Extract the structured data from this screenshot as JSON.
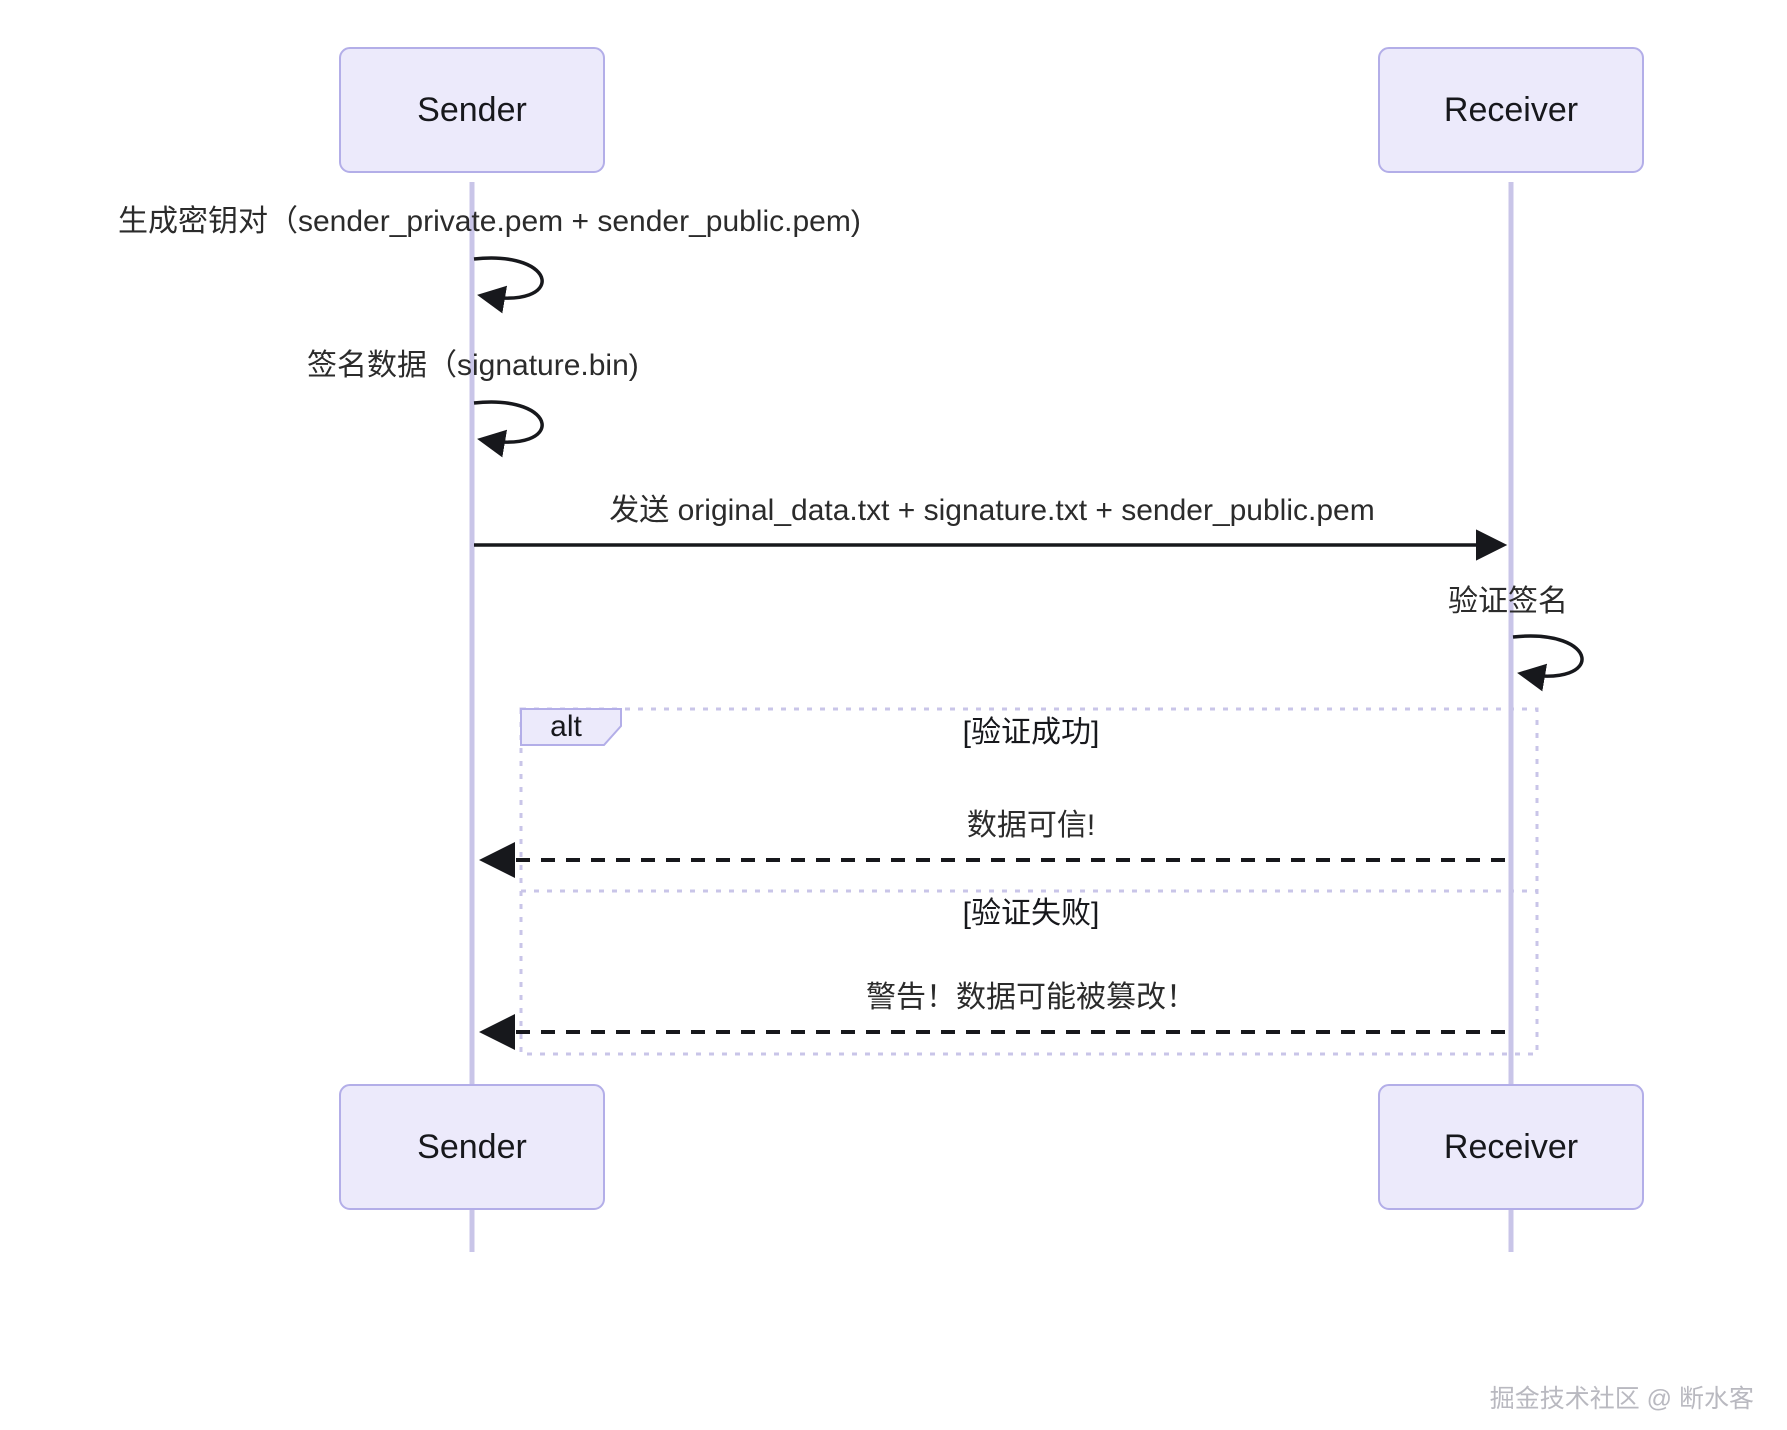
{
  "diagram": {
    "type": "sequence-diagram",
    "title": "",
    "background_color": "#ffffff",
    "accent_color": "#ECEAFB",
    "border_color": "#B3AEE8",
    "lifeline_color": "#C9C5E8",
    "arrow_color": "#17181c"
  },
  "actors": [
    {
      "id": "sender",
      "label": "Sender"
    },
    {
      "id": "receiver",
      "label": "Receiver"
    }
  ],
  "actors_bottom": [
    {
      "id": "sender",
      "label": "Sender"
    },
    {
      "id": "receiver",
      "label": "Receiver"
    }
  ],
  "messages": [
    {
      "id": "m1",
      "kind": "self",
      "from": "sender",
      "to": "sender",
      "label": "生成密钥对（sender_private.pem + sender_public.pem)",
      "line": "solid"
    },
    {
      "id": "m2",
      "kind": "self",
      "from": "sender",
      "to": "sender",
      "label": "签名数据（signature.bin)",
      "line": "solid"
    },
    {
      "id": "m3",
      "kind": "forward",
      "from": "sender",
      "to": "receiver",
      "label": "发送 original_data.txt + signature.txt + sender_public.pem",
      "line": "solid"
    },
    {
      "id": "m4",
      "kind": "self",
      "from": "receiver",
      "to": "receiver",
      "label": "验证签名",
      "line": "solid"
    }
  ],
  "alt_block": {
    "tag": "alt",
    "branches": [
      {
        "id": "branch-success",
        "condition": "[验证成功]",
        "messages": [
          {
            "id": "m5",
            "kind": "reply",
            "from": "receiver",
            "to": "sender",
            "label": "数据可信!",
            "line": "dashed"
          }
        ]
      },
      {
        "id": "branch-failure",
        "condition": "[验证失败]",
        "messages": [
          {
            "id": "m6",
            "kind": "reply",
            "from": "receiver",
            "to": "sender",
            "label": "警告！数据可能被篡改！",
            "line": "dashed"
          }
        ]
      }
    ]
  },
  "watermark": {
    "text": "掘金技术社区 @ 断水客"
  }
}
